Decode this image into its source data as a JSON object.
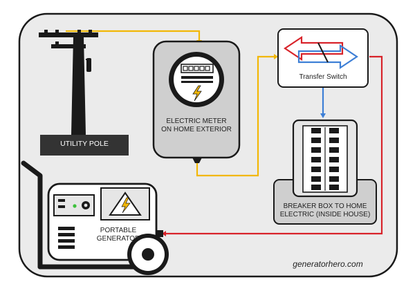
{
  "labels": {
    "utility_pole": "UTILITY POLE",
    "meter_line1": "ELECTRIC METER",
    "meter_line2": "ON HOME EXTERIOR",
    "transfer_switch": "Transfer Switch",
    "breaker_line1": "BREAKER BOX TO HOME",
    "breaker_line2": "ELECTRIC (INSIDE HOUSE)",
    "generator_line1": "PORTABLE",
    "generator_line2": "GENERATOR",
    "website": "generatorhero.com"
  },
  "colors": {
    "background_panel": "#ebebeb",
    "utility_line": "#f2b705",
    "generator_line": "#d8232a",
    "switch_to_breaker": "#3d7fd6",
    "arrow_red": "#d8232a",
    "arrow_blue": "#3d7fd6",
    "dark": "#1a1a1a",
    "gray_box": "#cfcfcf",
    "lightning": "#f2b705",
    "led": "#3cc13b"
  },
  "icons": {
    "meter": "electric-meter-icon",
    "lightning": "lightning-bolt-icon",
    "pole": "utility-pole-icon",
    "breaker": "breaker-panel-icon",
    "generator": "portable-generator-icon",
    "switch_arrows": "bidirectional-arrows-icon"
  }
}
